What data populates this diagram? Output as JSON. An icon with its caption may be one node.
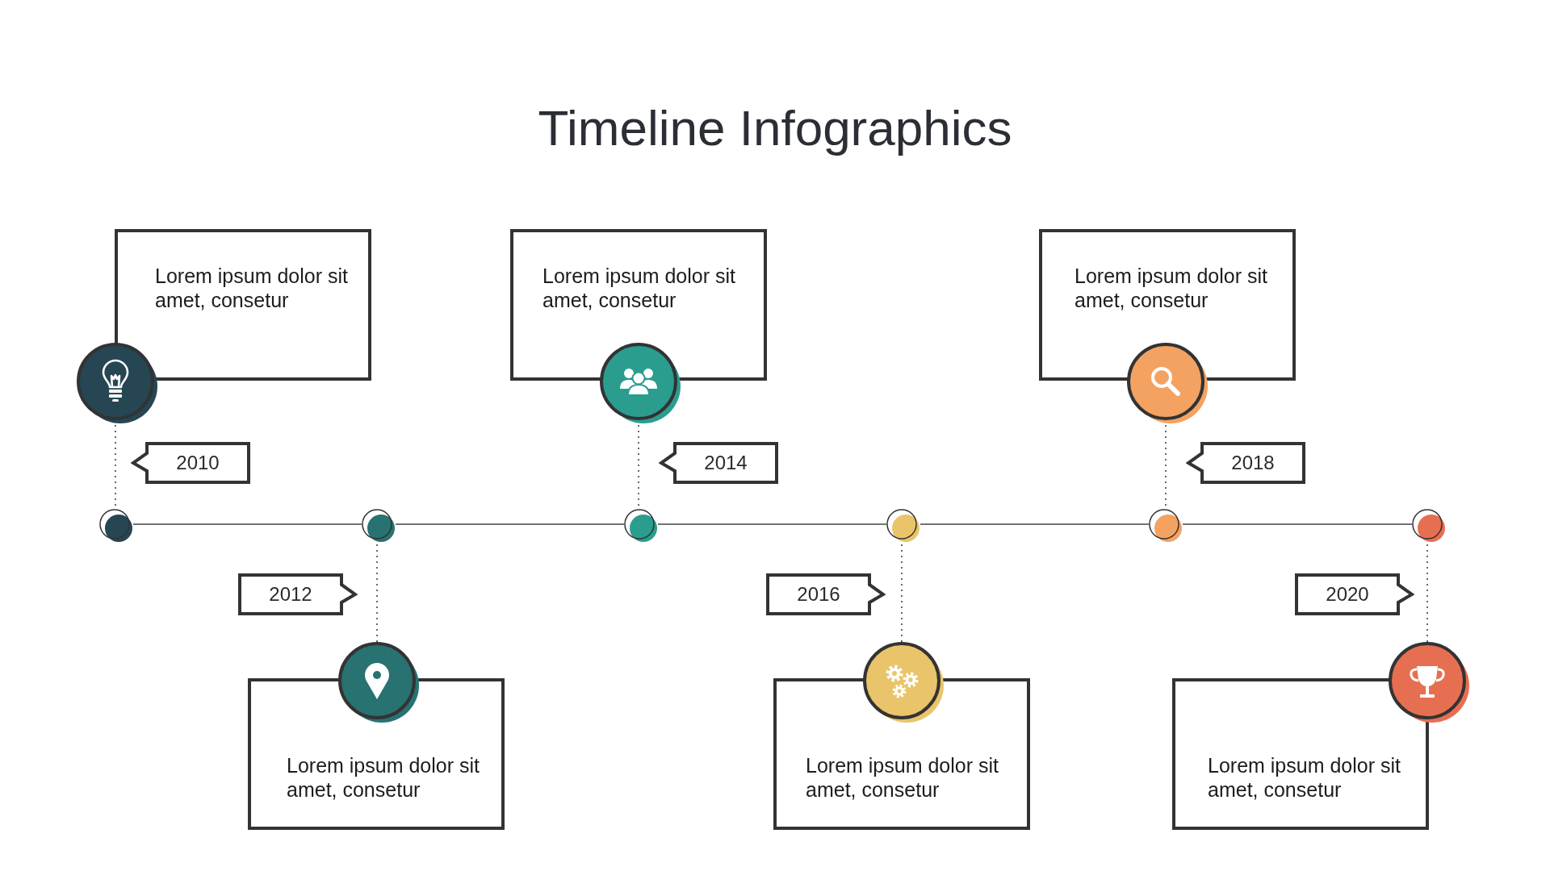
{
  "diagram": {
    "title": "Timeline Infographics",
    "nodes": [
      {
        "text": [
          "Lorem ipsum dolor sit amet, consetur"
        ]
      },
      {
        "text": [],
        "shape": "circle"
      },
      {
        "text": [
          "2010"
        ]
      },
      {
        "text": [],
        "shape": "circle"
      },
      {
        "text": [
          "Lorem ipsum dolor sit amet, consetur"
        ]
      },
      {
        "text": [],
        "shape": "circle"
      },
      {
        "text": [
          "2012"
        ]
      },
      {
        "text": [],
        "shape": "circle"
      },
      {
        "text": [
          "Lorem ipsum dolor sit amet, consetur"
        ]
      },
      {
        "text": [],
        "shape": "circle"
      },
      {
        "text": [
          "2014"
        ]
      },
      {
        "text": [],
        "shape": "circle"
      },
      {
        "text": [
          "Lorem ipsum dolor sit amet, consetur"
        ]
      },
      {
        "text": [],
        "shape": "circle"
      },
      {
        "text": [
          "2016"
        ]
      },
      {
        "text": [],
        "shape": "circle"
      },
      {
        "text": [
          "Lorem ipsum dolor sit amet, consetur"
        ]
      },
      {
        "text": [],
        "shape": "circle"
      },
      {
        "text": [
          "2018"
        ]
      },
      {
        "text": [],
        "shape": "circle"
      },
      {
        "text": [
          "Lorem ipsum dolor sit amet, consetur"
        ]
      },
      {
        "text": [],
        "shape": "circle"
      },
      {
        "text": [
          "2020"
        ]
      },
      {
        "text": [],
        "shape": "circle"
      }
    ],
    "edges": [
      {
        "from": 3,
        "to": 7,
        "arrow": "none"
      },
      {
        "from": 7,
        "to": 11,
        "arrow": "none"
      },
      {
        "from": 11,
        "to": 15,
        "arrow": "none"
      },
      {
        "from": 15,
        "to": 19,
        "arrow": "none"
      },
      {
        "from": 19,
        "to": 23,
        "arrow": "none"
      },
      {
        "from": 1,
        "to": 3,
        "arrow": "none",
        "style": "dashed"
      },
      {
        "from": 5,
        "to": 7,
        "arrow": "none",
        "style": "dashed"
      },
      {
        "from": 9,
        "to": 11,
        "arrow": "none",
        "style": "dashed"
      },
      {
        "from": 13,
        "to": 15,
        "arrow": "none",
        "style": "dashed"
      },
      {
        "from": 17,
        "to": 19,
        "arrow": "none",
        "style": "dashed"
      },
      {
        "from": 21,
        "to": 23,
        "arrow": "none",
        "style": "dashed"
      }
    ]
  }
}
